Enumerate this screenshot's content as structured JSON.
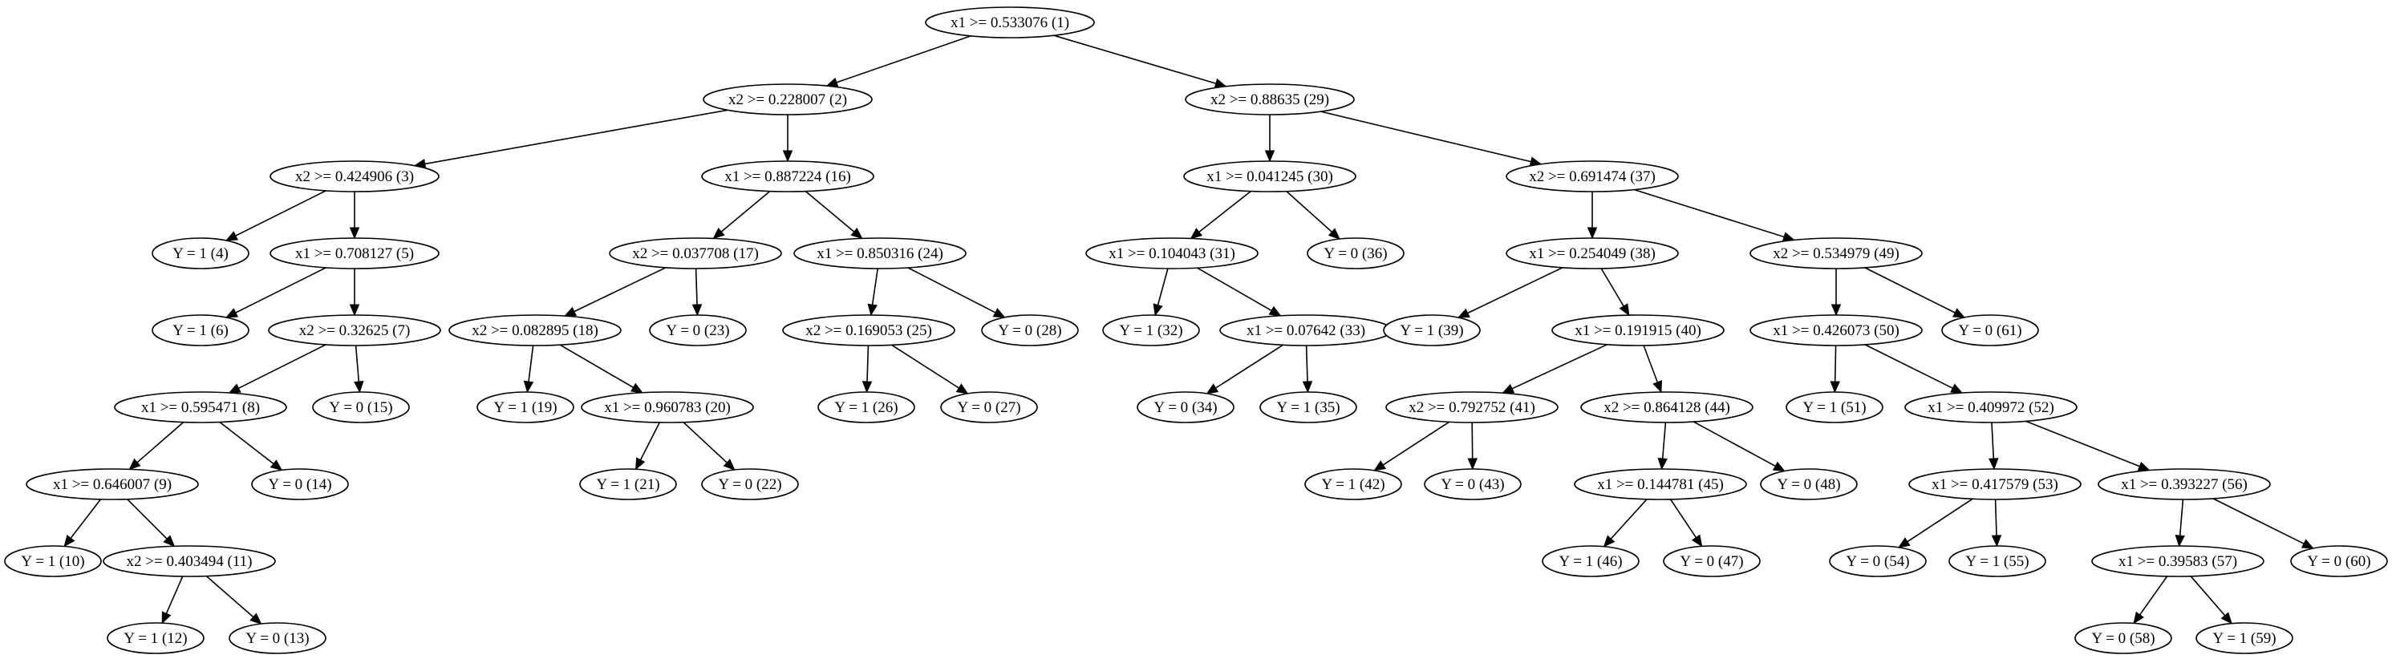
{
  "nodes": [
    {
      "id": 1,
      "label": "x1 >= 0.533076 (1)"
    },
    {
      "id": 2,
      "label": "x2 >= 0.228007 (2)"
    },
    {
      "id": 29,
      "label": "x2 >= 0.88635 (29)"
    },
    {
      "id": 3,
      "label": "x2 >= 0.424906 (3)"
    },
    {
      "id": 16,
      "label": "x1 >= 0.887224 (16)"
    },
    {
      "id": 30,
      "label": "x1 >= 0.041245 (30)"
    },
    {
      "id": 37,
      "label": "x2 >= 0.691474 (37)"
    },
    {
      "id": 4,
      "label": "Y = 1 (4)"
    },
    {
      "id": 5,
      "label": "x1 >= 0.708127 (5)"
    },
    {
      "id": 17,
      "label": "x2 >= 0.037708 (17)"
    },
    {
      "id": 24,
      "label": "x1 >= 0.850316 (24)"
    },
    {
      "id": 31,
      "label": "x1 >= 0.104043 (31)"
    },
    {
      "id": 36,
      "label": "Y = 0 (36)"
    },
    {
      "id": 38,
      "label": "x1 >= 0.254049 (38)"
    },
    {
      "id": 49,
      "label": "x2 >= 0.534979 (49)"
    },
    {
      "id": 6,
      "label": "Y = 1 (6)"
    },
    {
      "id": 7,
      "label": "x2 >= 0.32625 (7)"
    },
    {
      "id": 18,
      "label": "x2 >= 0.082895 (18)"
    },
    {
      "id": 23,
      "label": "Y = 0 (23)"
    },
    {
      "id": 25,
      "label": "x2 >= 0.169053 (25)"
    },
    {
      "id": 28,
      "label": "Y = 0 (28)"
    },
    {
      "id": 32,
      "label": "Y = 1 (32)"
    },
    {
      "id": 33,
      "label": "x1 >= 0.07642 (33)"
    },
    {
      "id": 39,
      "label": "Y = 1 (39)"
    },
    {
      "id": 40,
      "label": "x1 >= 0.191915 (40)"
    },
    {
      "id": 50,
      "label": "x1 >= 0.426073 (50)"
    },
    {
      "id": 61,
      "label": "Y = 0 (61)"
    },
    {
      "id": 8,
      "label": "x1 >= 0.595471 (8)"
    },
    {
      "id": 15,
      "label": "Y = 0 (15)"
    },
    {
      "id": 19,
      "label": "Y = 1 (19)"
    },
    {
      "id": 20,
      "label": "x1 >= 0.960783 (20)"
    },
    {
      "id": 26,
      "label": "Y = 1 (26)"
    },
    {
      "id": 27,
      "label": "Y = 0 (27)"
    },
    {
      "id": 34,
      "label": "Y = 0 (34)"
    },
    {
      "id": 35,
      "label": "Y = 1 (35)"
    },
    {
      "id": 41,
      "label": "x2 >= 0.792752 (41)"
    },
    {
      "id": 44,
      "label": "x2 >= 0.864128 (44)"
    },
    {
      "id": 51,
      "label": "Y = 1 (51)"
    },
    {
      "id": 52,
      "label": "x1 >= 0.409972 (52)"
    },
    {
      "id": 9,
      "label": "x1 >= 0.646007 (9)"
    },
    {
      "id": 14,
      "label": "Y = 0 (14)"
    },
    {
      "id": 21,
      "label": "Y = 1 (21)"
    },
    {
      "id": 22,
      "label": "Y = 0 (22)"
    },
    {
      "id": 42,
      "label": "Y = 1 (42)"
    },
    {
      "id": 43,
      "label": "Y = 0 (43)"
    },
    {
      "id": 45,
      "label": "x1 >= 0.144781 (45)"
    },
    {
      "id": 48,
      "label": "Y = 0 (48)"
    },
    {
      "id": 53,
      "label": "x1 >= 0.417579 (53)"
    },
    {
      "id": 56,
      "label": "x1 >= 0.393227 (56)"
    },
    {
      "id": 10,
      "label": "Y = 1 (10)"
    },
    {
      "id": 11,
      "label": "x2 >= 0.403494 (11)"
    },
    {
      "id": 46,
      "label": "Y = 1 (46)"
    },
    {
      "id": 47,
      "label": "Y = 0 (47)"
    },
    {
      "id": 54,
      "label": "Y = 0 (54)"
    },
    {
      "id": 55,
      "label": "Y = 1 (55)"
    },
    {
      "id": 57,
      "label": "x1 >= 0.39583 (57)"
    },
    {
      "id": 60,
      "label": "Y = 0 (60)"
    },
    {
      "id": 12,
      "label": "Y = 1 (12)"
    },
    {
      "id": 13,
      "label": "Y = 0 (13)"
    },
    {
      "id": 58,
      "label": "Y = 0 (58)"
    },
    {
      "id": 59,
      "label": "Y = 1 (59)"
    }
  ],
  "edges": [
    [
      1,
      2
    ],
    [
      1,
      29
    ],
    [
      2,
      3
    ],
    [
      2,
      16
    ],
    [
      29,
      30
    ],
    [
      29,
      37
    ],
    [
      3,
      4
    ],
    [
      3,
      5
    ],
    [
      16,
      17
    ],
    [
      16,
      24
    ],
    [
      30,
      31
    ],
    [
      30,
      36
    ],
    [
      37,
      38
    ],
    [
      37,
      49
    ],
    [
      5,
      6
    ],
    [
      5,
      7
    ],
    [
      17,
      18
    ],
    [
      17,
      23
    ],
    [
      24,
      25
    ],
    [
      24,
      28
    ],
    [
      31,
      32
    ],
    [
      31,
      33
    ],
    [
      38,
      39
    ],
    [
      38,
      40
    ],
    [
      49,
      50
    ],
    [
      49,
      61
    ],
    [
      7,
      8
    ],
    [
      7,
      15
    ],
    [
      18,
      19
    ],
    [
      18,
      20
    ],
    [
      25,
      26
    ],
    [
      25,
      27
    ],
    [
      33,
      34
    ],
    [
      33,
      35
    ],
    [
      40,
      41
    ],
    [
      40,
      44
    ],
    [
      50,
      51
    ],
    [
      50,
      52
    ],
    [
      8,
      9
    ],
    [
      8,
      14
    ],
    [
      20,
      21
    ],
    [
      20,
      22
    ],
    [
      41,
      42
    ],
    [
      41,
      43
    ],
    [
      44,
      45
    ],
    [
      44,
      48
    ],
    [
      52,
      53
    ],
    [
      52,
      56
    ],
    [
      9,
      10
    ],
    [
      9,
      11
    ],
    [
      45,
      46
    ],
    [
      45,
      47
    ],
    [
      53,
      54
    ],
    [
      53,
      55
    ],
    [
      56,
      57
    ],
    [
      56,
      60
    ],
    [
      11,
      12
    ],
    [
      11,
      13
    ],
    [
      57,
      58
    ],
    [
      57,
      59
    ]
  ]
}
